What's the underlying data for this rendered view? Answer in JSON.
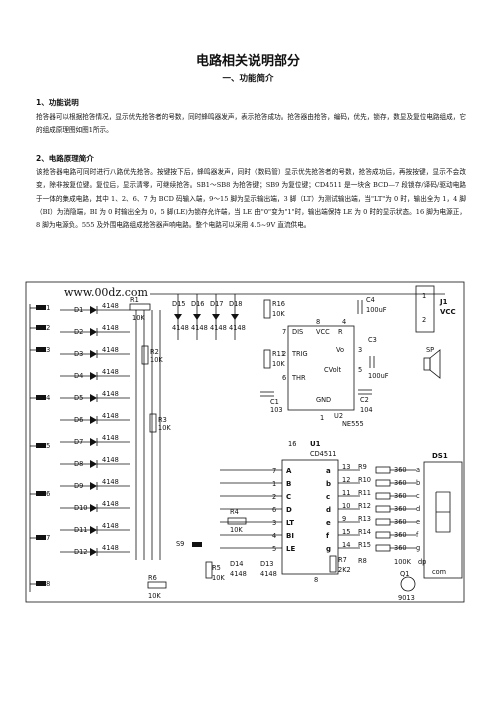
{
  "title": "电路相关说明部分",
  "subtitle": "一、功能简介",
  "section1": {
    "heading": "1、功能说明",
    "text": "抢答器可以根据抢答情况，显示优先抢答者的号数，同时蜂鸣器发声，表示抢答成功。抢答器由抢答，编码，优先，锁存，数显及复位电路组成，它的组成原理图如图1所示。"
  },
  "section2": {
    "heading": "2、电路原理简介",
    "text": "该抢答器电路可同时进行八路优先抢答。按键按下后，蜂鸣器发声，同时（数码管）显示优先抢答者的号数，抢答成功后，再按按键，显示不会改变，除非按复位键。复位后，显示清零，可继续抢答。SB1～SB8 为抢答键；SB9 为复位键；CD4511 是一块含 BCD—7 段锁存/译码/驱动电路于一体的集成电路，其中 1、2、6、7 为 BCD 码输入端，9～15 脚为显示输出端，3 脚（LT）为测试输出端，当\"LT\"为 0 时，输出全为 1，4 脚（BI）为消隐端，BI 为 0 时输出全为 0，5 脚(LE)为锁存允许端，当 LE 由\"0\"变为\"1\"时，输出端保持 LE 为 0 时的显示状态。16 脚为电源正，8 脚为电源负。555 及外围电路组成抢答器声响电路。整个电路可以采用 4.5~9V 直流供电。"
  },
  "schematic": {
    "watermark": "www.00dz.com",
    "switches": [
      "S1",
      "S2",
      "S3",
      "S4",
      "S5",
      "S6",
      "S7",
      "S8",
      "S9"
    ],
    "diodes": [
      "D1",
      "D2",
      "D3",
      "D4",
      "D5",
      "D6",
      "D7",
      "D8",
      "D9",
      "D10",
      "D11",
      "D12"
    ],
    "top_diodes": [
      "D15",
      "D16",
      "D17",
      "D18"
    ],
    "diode_type": "4148",
    "resistors": {
      "R1": "10K",
      "R2": "10K",
      "R3": "10K",
      "R4": "10K",
      "R5": "10K",
      "R6": "10K",
      "R7": "2K2",
      "R11": "10K",
      "R16": "10K",
      "R8": "100K"
    },
    "seg_resistors": [
      "R9",
      "R10",
      "R11",
      "R12",
      "R13",
      "R14",
      "R15"
    ],
    "seg_values": [
      "360",
      "360",
      "360",
      "360",
      "360",
      "360",
      "360"
    ],
    "seg_letters": [
      "a",
      "b",
      "c",
      "d",
      "e",
      "f",
      "g"
    ],
    "ic1": {
      "ref": "U1",
      "part": "CD4511",
      "in_pins": [
        "A",
        "B",
        "C",
        "D",
        "LT",
        "BI",
        "LE"
      ],
      "out_pins": [
        "a",
        "b",
        "c",
        "d",
        "e",
        "f",
        "g"
      ],
      "in_nums": [
        "7",
        "1",
        "2",
        "6",
        "3",
        "4",
        "5"
      ],
      "out_nums": [
        "13",
        "12",
        "11",
        "10",
        "9",
        "15",
        "14"
      ]
    },
    "ic2": {
      "ref": "U2",
      "part": "NE555",
      "pins": [
        "DIS",
        "VCC",
        "R",
        "TRIG",
        "Vo",
        "CVolt",
        "THR",
        "GND"
      ],
      "pin_nums": [
        "7",
        "8",
        "4",
        "2",
        "3",
        "5",
        "6",
        "1"
      ]
    },
    "caps": {
      "C1": "103",
      "C2": "104",
      "C3": "100uF",
      "C4": "100uF"
    },
    "connector": {
      "ref": "J1",
      "label": "VCC",
      "pins": [
        "1",
        "2"
      ]
    },
    "speaker": "SP",
    "display": {
      "ref": "DS1",
      "com": "com",
      "dp": "dp"
    },
    "transistor": {
      "ref": "Q1",
      "part": "9013"
    },
    "d13_14": [
      "D13",
      "D14"
    ],
    "d1314_type": "4148",
    "extra_labels": [
      "16",
      "8"
    ]
  }
}
